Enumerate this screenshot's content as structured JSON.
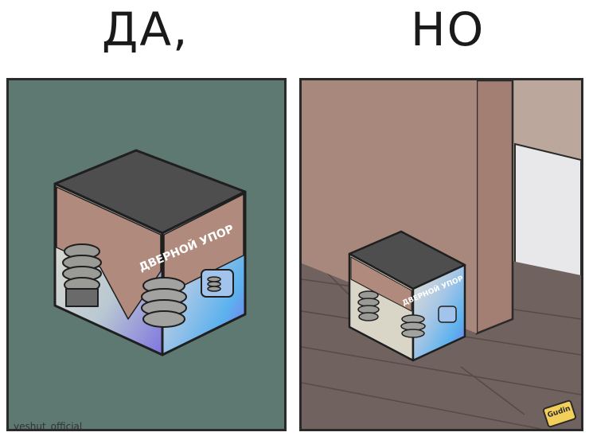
{
  "headings": {
    "left": "ДА,",
    "right": "НО"
  },
  "box_label": "ДВЕРНОЙ УПОР",
  "credit": "yeshut_official",
  "signature": "Gudin",
  "colors": {
    "left_background": "#5e7872",
    "wall": "#a8877c",
    "floor": "#6f625f",
    "box_top": "#4e4e4e",
    "box_front_gradient": [
      "#e8e4d4",
      "#a8c8e8",
      "#5cb4ef",
      "#7d6ef0"
    ]
  }
}
